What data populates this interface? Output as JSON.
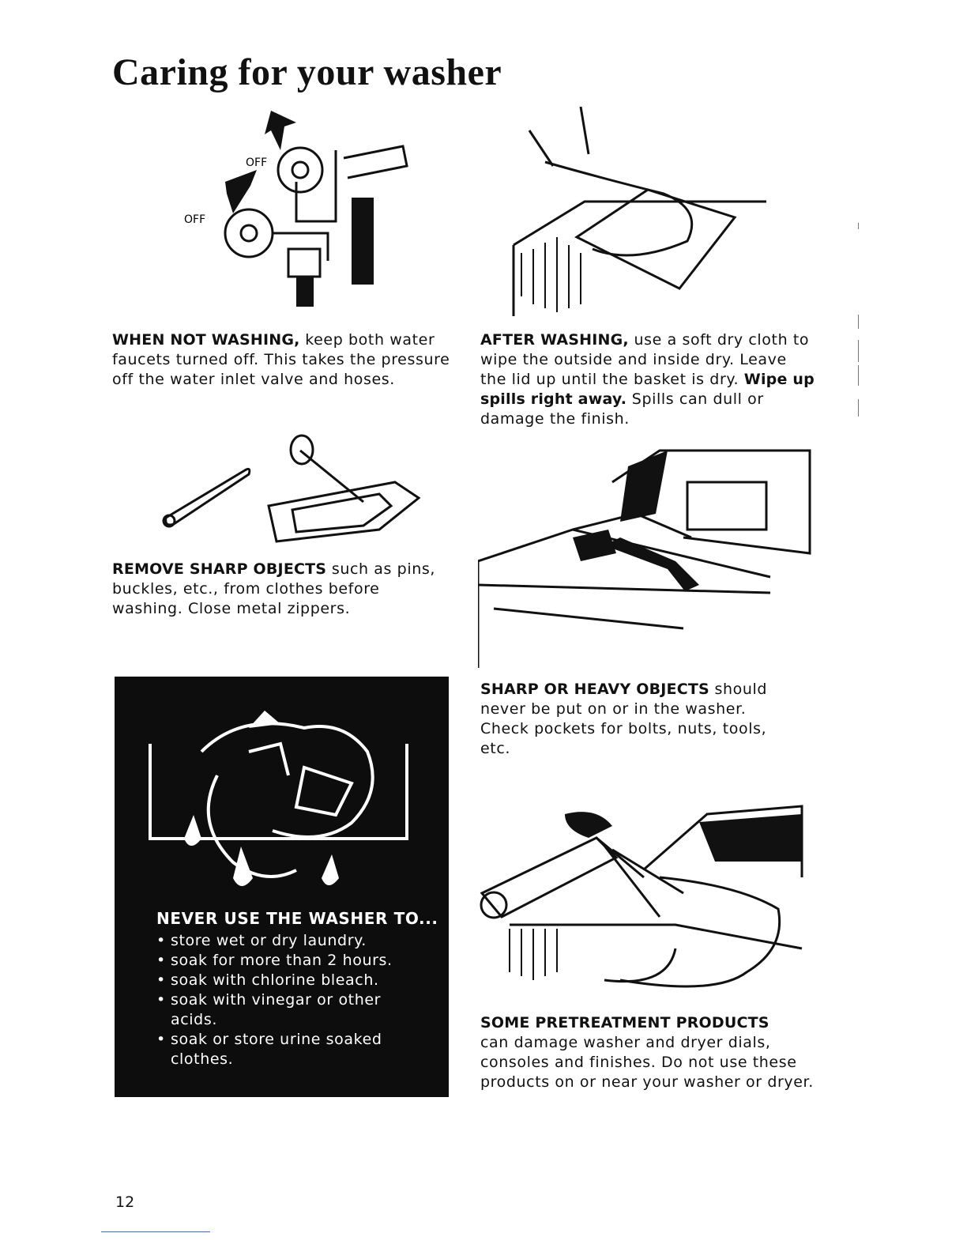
{
  "page": {
    "title": "Caring for your washer",
    "page_number": "12"
  },
  "faucets": {
    "off_label_upper": "OFF",
    "off_label_lower": "OFF",
    "heading": "WHEN NOT WASHING,",
    "text": " keep both water faucets turned off. This takes the pressure off the water inlet valve and hoses."
  },
  "after_washing": {
    "heading": "AFTER WASHING,",
    "text": " use a soft dry cloth to wipe the outside and inside dry. Leave the lid up until the basket is dry. ",
    "bold_sentence": "Wipe up spills right away.",
    "text_end": " Spills can dull or damage the finish."
  },
  "sharp_objects": {
    "heading": "REMOVE SHARP OBJECTS",
    "text": " such as pins, buckles, etc., from clothes before washing. Close metal zippers."
  },
  "heavy_objects": {
    "heading": "SHARP OR HEAVY OBJECTS",
    "text": " should never be put on or in the washer. Check pockets for bolts, nuts, tools, etc."
  },
  "warning_box": {
    "heading": "NEVER USE THE WASHER TO...",
    "items": [
      "store wet or dry laundry.",
      "soak for more than 2 hours.",
      "soak with chlorine bleach.",
      "soak with vinegar or other acids.",
      "soak or store urine soaked clothes."
    ]
  },
  "pretreatment": {
    "heading": "SOME PRETREATMENT PRODUCTS",
    "text": "can damage washer and dryer dials, consoles and finishes. Do not use these products on or near your washer or dryer."
  }
}
